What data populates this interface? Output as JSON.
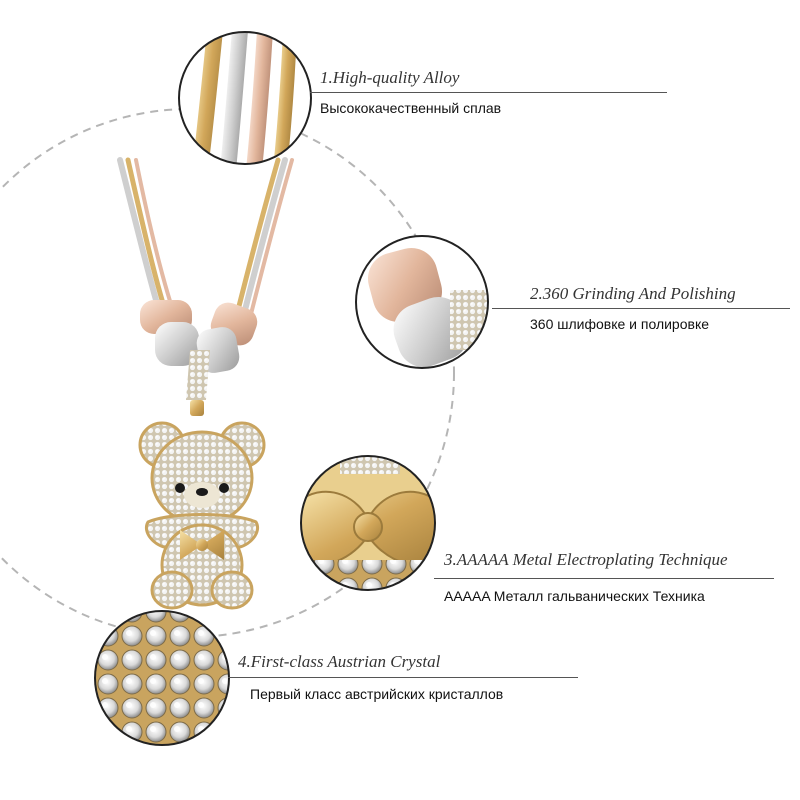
{
  "features": [
    {
      "title": "1.High-quality Alloy",
      "subtitle": "Высококачественный сплав"
    },
    {
      "title": "2.360 Grinding And Polishing",
      "subtitle": "360 шлифовке и полировке"
    },
    {
      "title": "3.AAAAA Metal Electroplating Technique",
      "subtitle": "AAAAA Металл гальванических Техника"
    },
    {
      "title": "4.First-class Austrian Crystal",
      "subtitle": "Первый класс австрийских кристаллов"
    }
  ],
  "colors": {
    "gold": "#d8b36a",
    "silver": "#dcdcdc",
    "rose_gold": "#e3b9a3",
    "dashed_circle": "#b5b5b5",
    "text": "#333333"
  },
  "product": "teddy-bear-pendant-necklace"
}
